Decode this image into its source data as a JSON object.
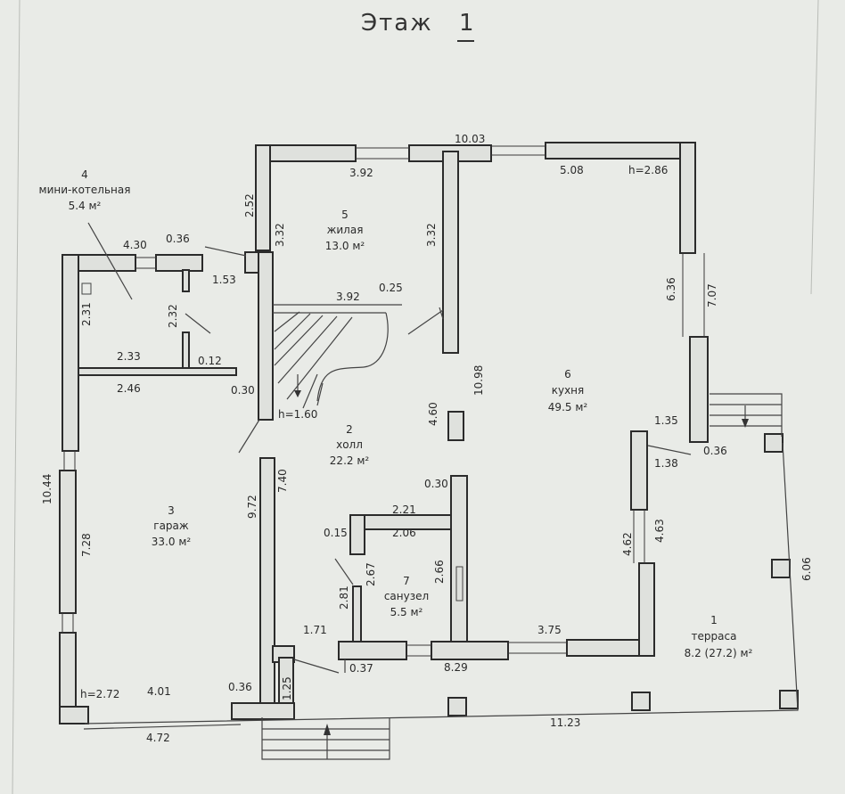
{
  "title": {
    "word": "Этаж",
    "number": "1"
  },
  "rooms": [
    {
      "num": "1",
      "name": "терраса",
      "area": "8.2 (27.2) м²"
    },
    {
      "num": "2",
      "name": "холл",
      "area": "22.2 м²"
    },
    {
      "num": "3",
      "name": "гараж",
      "area": "33.0 м²"
    },
    {
      "num": "4",
      "name": "мини-котельная",
      "area": "5.4 м²"
    },
    {
      "num": "5",
      "name": "жилая",
      "area": "13.0 м²"
    },
    {
      "num": "6",
      "name": "кухня",
      "area": "49.5 м²"
    },
    {
      "num": "7",
      "name": "санузел",
      "area": "5.5 м²"
    }
  ],
  "dims": {
    "d10_03": "10.03",
    "d3_92a": "3.92",
    "d5_08": "5.08",
    "h2_86": "h=2.86",
    "d2_52": "2.52",
    "d3_32a": "3.32",
    "d3_32b": "3.32",
    "d4_30": "4.30",
    "d0_36a": "0.36",
    "d1_53": "1.53",
    "d3_92b": "3.92",
    "d0_25": "0.25",
    "d6_36": "6.36",
    "d7_07": "7.07",
    "d2_31": "2.31",
    "d2_32": "2.32",
    "d2_33": "2.33",
    "d0_12": "0.12",
    "d2_46": "2.46",
    "d0_30a": "0.30",
    "h1_60": "h=1.60",
    "d10_98": "10.98",
    "d4_60": "4.60",
    "d1_35": "1.35",
    "d1_38": "1.38",
    "d0_36b": "0.36",
    "d10_44": "10.44",
    "d9_72": "9.72",
    "d7_40": "7.40",
    "d0_30b": "0.30",
    "d2_21": "2.21",
    "d2_06": "2.06",
    "d0_15": "0.15",
    "d7_28": "7.28",
    "d2_67": "2.67",
    "d2_66": "2.66",
    "d2_81": "2.81",
    "d4_62": "4.62",
    "d4_63": "4.63",
    "d6_06": "6.06",
    "d1_71": "1.71",
    "d3_75": "3.75",
    "d0_37": "0.37",
    "d8_29": "8.29",
    "h2_72": "h=2.72",
    "d4_01": "4.01",
    "d0_36c": "0.36",
    "d1_25": "1.25",
    "d4_72": "4.72",
    "d11_23": "11.23"
  }
}
